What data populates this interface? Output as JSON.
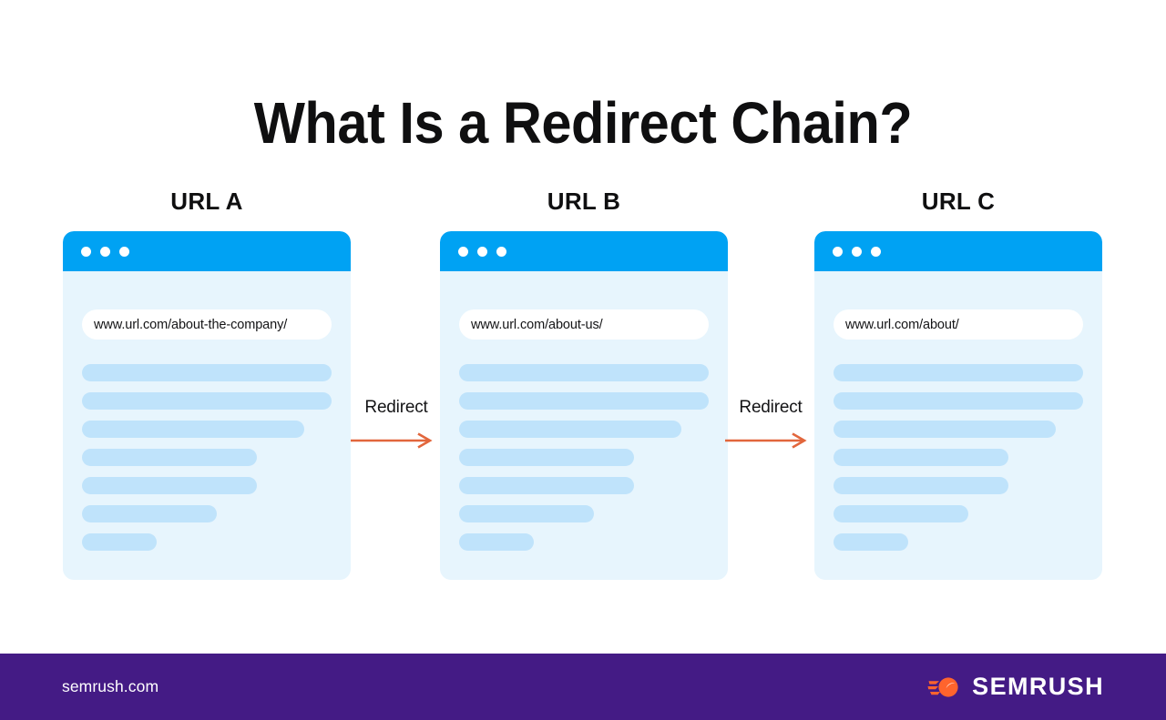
{
  "page": {
    "title": "What Is a Redirect Chain?",
    "background": "#ffffff"
  },
  "colors": {
    "browser_bar_blue": "#00a2f3",
    "card_body_blue": "#e7f5fd",
    "skeleton_bar_blue": "#bfe3fb",
    "arrow_orange": "#e2663c",
    "footer_purple": "#441b85",
    "logo_orange": "#ff642d",
    "text_dark": "#0f0f10",
    "white": "#ffffff"
  },
  "diagram": {
    "cards": [
      {
        "label": "URL A",
        "url": "www.url.com/about-the-company/",
        "dots": [
          "window-dot",
          "window-dot",
          "window-dot"
        ],
        "skeleton_widths": [
          "100%",
          "100%",
          "89%",
          "70%",
          "70%",
          "54%",
          "30%"
        ]
      },
      {
        "label": "URL B",
        "url": "www.url.com/about-us/",
        "dots": [
          "window-dot",
          "window-dot",
          "window-dot"
        ],
        "skeleton_widths": [
          "100%",
          "100%",
          "89%",
          "70%",
          "70%",
          "54%",
          "30%"
        ]
      },
      {
        "label": "URL C",
        "url": "www.url.com/about/",
        "dots": [
          "window-dot",
          "window-dot",
          "window-dot"
        ],
        "skeleton_widths": [
          "100%",
          "100%",
          "89%",
          "70%",
          "70%",
          "54%",
          "30%"
        ]
      }
    ],
    "connectors": [
      {
        "label": "Redirect",
        "icon": "arrow-right-icon"
      },
      {
        "label": "Redirect",
        "icon": "arrow-right-icon"
      }
    ]
  },
  "footer": {
    "site_url": "semrush.com",
    "brand_name": "SEMRUSH",
    "brand_icon": "semrush-comet-logo-icon"
  }
}
